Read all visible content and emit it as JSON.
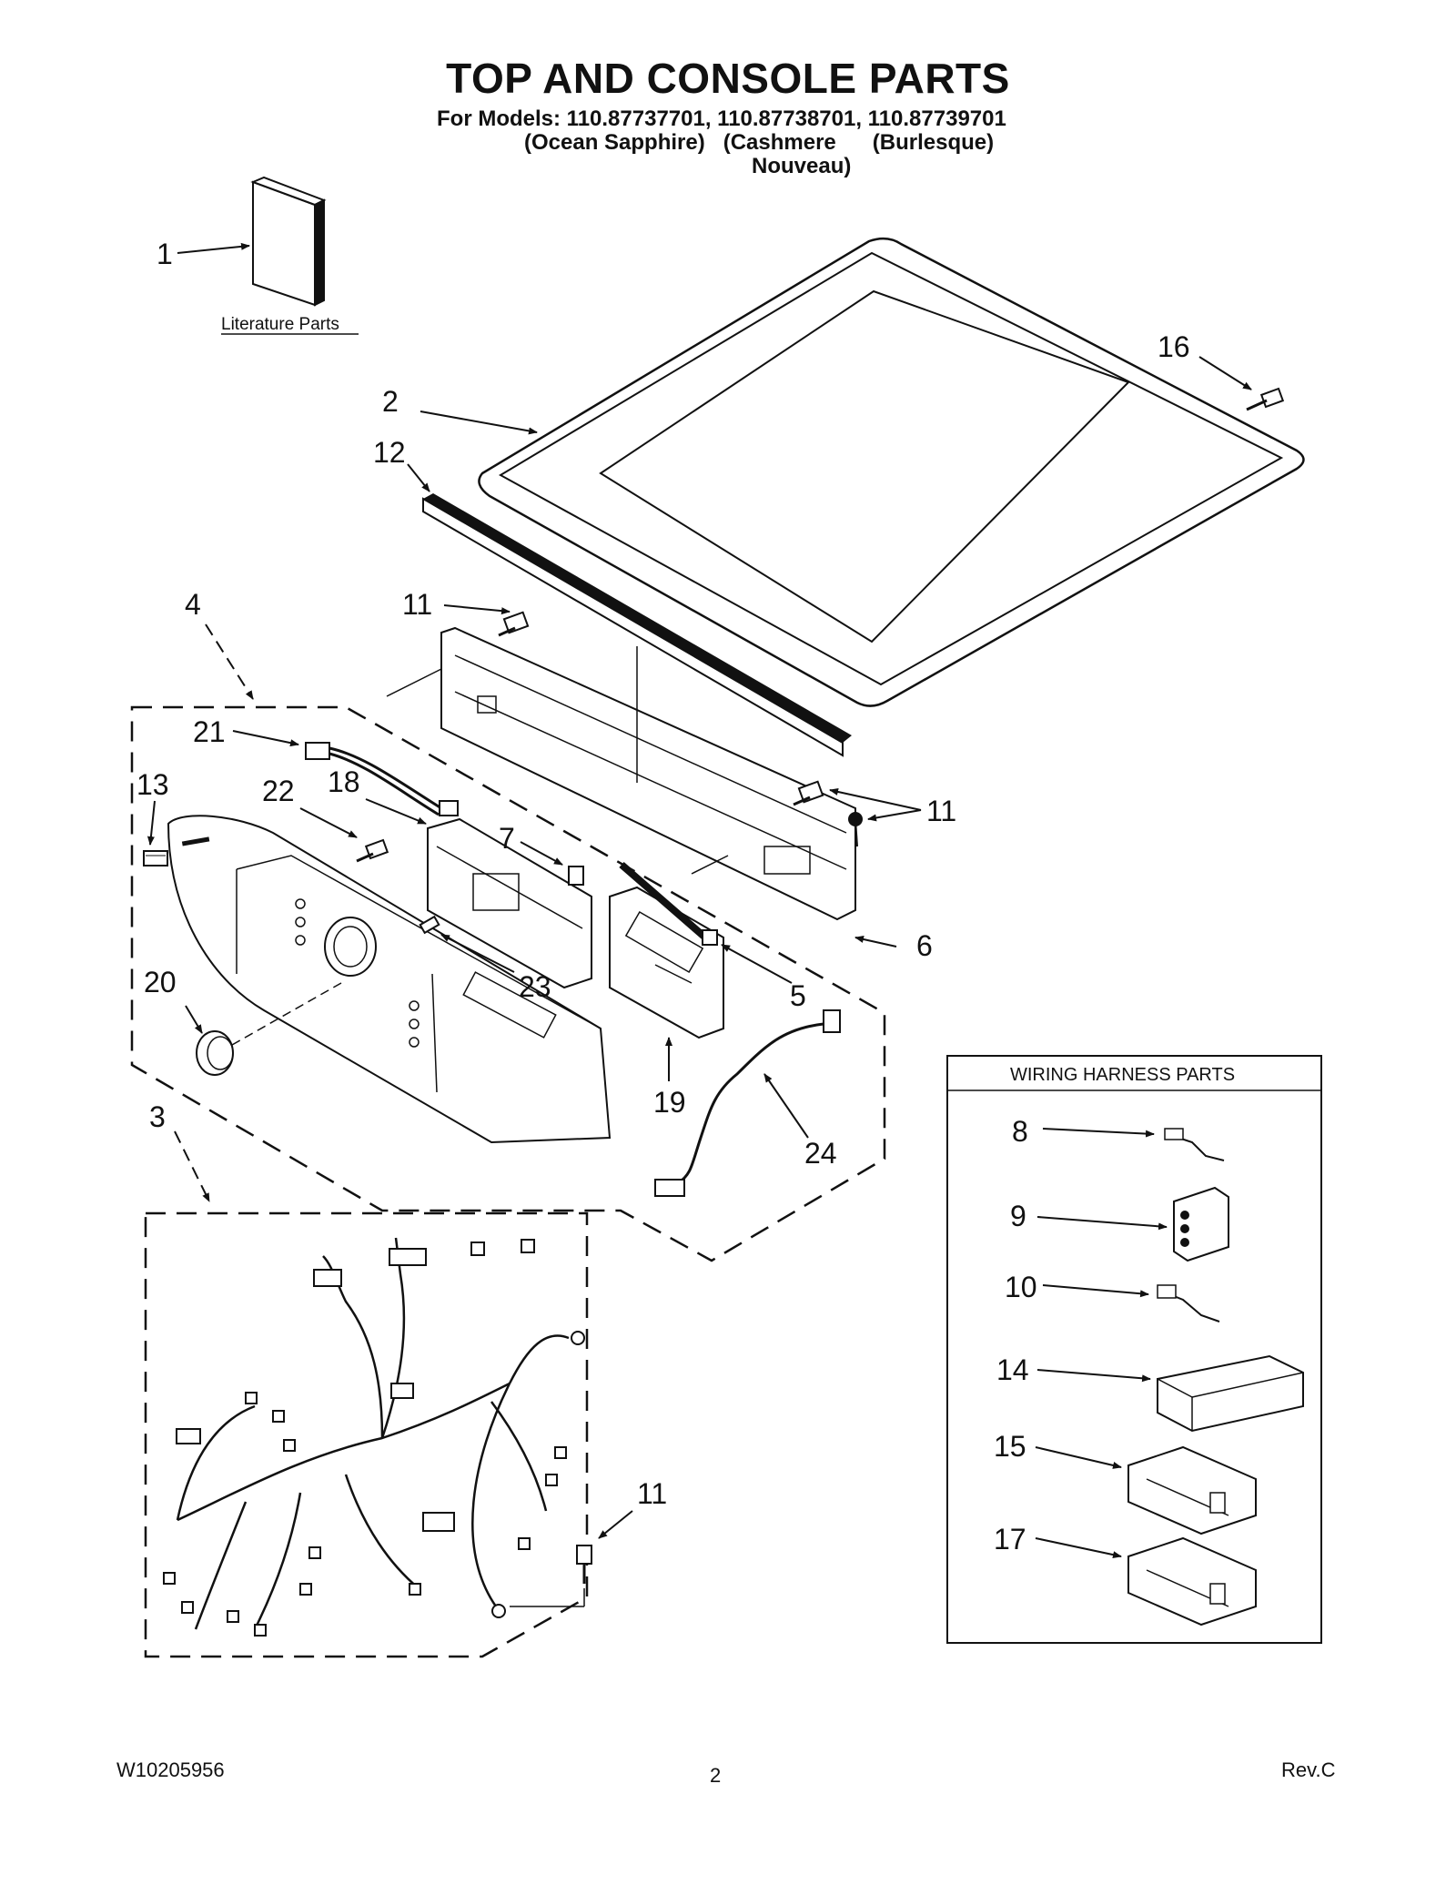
{
  "title": "TOP AND CONSOLE PARTS",
  "models_line1": "For Models: 110.87737701, 110.87738701, 110.87739701",
  "models_line2": "(Ocean Sapphire)   (Cashmere      (Burlesque)",
  "models_line3": "Nouveau)",
  "literature_label": "Literature Parts",
  "wiring_box_title": "WIRING HARNESS PARTS",
  "footer": {
    "doc_number": "W10205956",
    "page": "2",
    "revision": "Rev.C"
  },
  "callouts": {
    "c1": "1",
    "c2": "2",
    "c3": "3",
    "c4": "4",
    "c5": "5",
    "c6": "6",
    "c7": "7",
    "c8": "8",
    "c9": "9",
    "c10": "10",
    "c11a": "11",
    "c11b": "11",
    "c11c": "11",
    "c12": "12",
    "c13": "13",
    "c14": "14",
    "c15": "15",
    "c16": "16",
    "c17": "17",
    "c18": "18",
    "c19": "19",
    "c20": "20",
    "c21": "21",
    "c22": "22",
    "c23": "23",
    "c24": "24"
  }
}
